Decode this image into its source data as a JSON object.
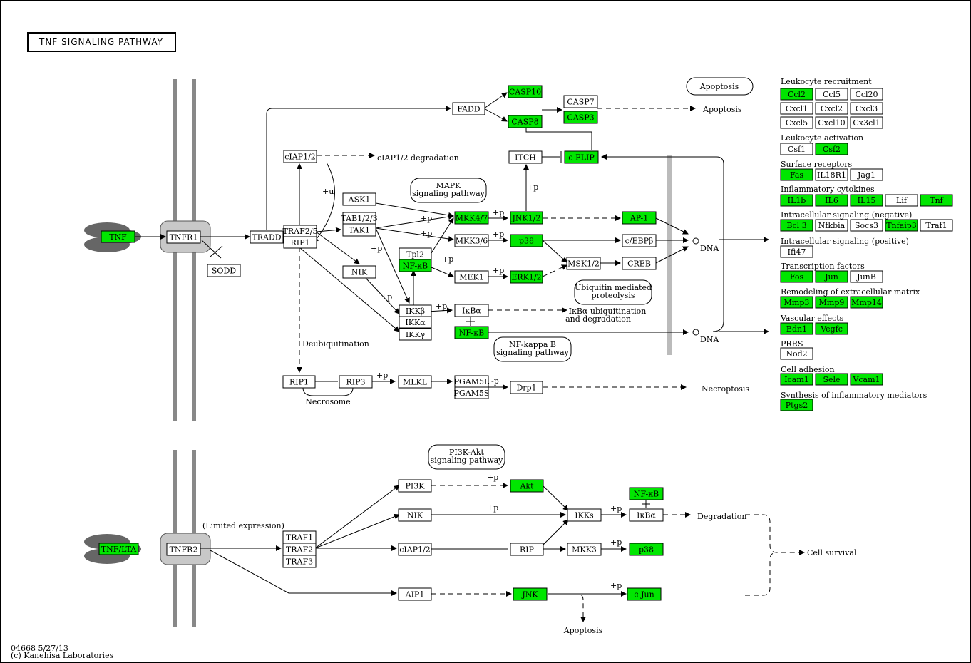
{
  "title": "TNF SIGNALING PATHWAY",
  "footer": {
    "id_date": "04668 5/27/13",
    "copyright": "(c) Kanehisa Laboratories"
  },
  "colors": {
    "hit": "#00e600",
    "box": "#ffffff",
    "membrane": "#888888",
    "receptor": "#c8c8c8",
    "ligand": "#666666",
    "barrier": "#bbbbbb"
  },
  "ligands": {
    "tnf": "TNF",
    "tnflta": "TNF/LTA"
  },
  "receptors": {
    "tnfr1": "TNFR1",
    "tnfr2": "TNFR2"
  },
  "nodes": {
    "tradd": "TRADD",
    "traf25": "TRAF2/5",
    "rip1": "RIP1",
    "ciap12": "cIAP1/2",
    "fadd": "FADD",
    "casp10": "CASP10",
    "casp8": "CASP8",
    "casp7": "CASP7",
    "casp3": "CASP3",
    "itch": "ITCH",
    "cflip": "c-FLIP",
    "ask1": "ASK1",
    "tab123": "TAB1/2/3",
    "tak1": "TAK1",
    "nik": "NIK",
    "tpl2": "Tpl2",
    "nfkb_a": "NF-κB",
    "mkk47": "MKK4/7",
    "jnk12": "JNK1/2",
    "ap1": "AP-1",
    "mkk36": "MKK3/6",
    "p38": "p38",
    "cebpb": "c/EBPβ",
    "mek1": "MEK1",
    "erk12": "ERK1/2",
    "msk12": "MSK1/2",
    "creb": "CREB",
    "ikkb": "IKKβ",
    "ikka": "IKKα",
    "ikkg": "IKKγ",
    "ikba": "IκBα",
    "nfkb_b": "NF-κB",
    "sodd": "SODD",
    "rip1b": "RIP1",
    "rip3": "RIP3",
    "mlkl": "MLKL",
    "pgam5l": "PGAM5L",
    "pgam5s": "PGAM5S",
    "drp1": "Drp1",
    "pi3k": "PI3K",
    "akt": "Akt",
    "nik2": "NIK",
    "ikks": "IKKs",
    "nfkb_c": "NF-κB",
    "ikba2": "IκBα",
    "traf1": "TRAF1",
    "traf2": "TRAF2",
    "traf3": "TRAF3",
    "ciap12b": "cIAP1/2",
    "rip": "RIP",
    "mkk3": "MKK3",
    "p38b": "p38",
    "aip1": "AIP1",
    "jnk": "JNK",
    "cjun": "c-Jun"
  },
  "pathway_maps": {
    "mapk": [
      "MAPK",
      "signaling pathway"
    ],
    "ubiquitin": [
      "Ubiquitin mediated",
      "proteolysis"
    ],
    "nfkb": [
      "NF-kappa B",
      "signaling pathway"
    ],
    "pi3k": [
      "PI3K-Akt",
      "signaling pathway"
    ],
    "apoptosis_box": "Apoptosis"
  },
  "labels": {
    "apoptosis1": "Apoptosis",
    "ciap_degradation": "cIAP1/2 degradation",
    "dna1": "DNA",
    "dna2": "DNA",
    "ikba_ubiq": [
      "IκBα ubiquitination",
      "and degradation"
    ],
    "deubiquitination": "Deubiquitination",
    "necrosome": "Necrosome",
    "necroptosis": "Necroptosis",
    "limited": "(Limited expression)",
    "degradation": "Degradation",
    "cell_survival": "Cell survival",
    "apoptosis2": "Apoptosis",
    "p": "+p",
    "u": "+u",
    "mp": "-p"
  },
  "gene_groups": [
    {
      "label": "Leukocyte recruitment",
      "rows": [
        [
          {
            "n": "Ccl2",
            "h": true
          },
          {
            "n": "Ccl5",
            "h": false
          },
          {
            "n": "Ccl20",
            "h": false
          }
        ],
        [
          {
            "n": "Cxcl1",
            "h": false
          },
          {
            "n": "Cxcl2",
            "h": false
          },
          {
            "n": "Cxcl3",
            "h": false
          }
        ],
        [
          {
            "n": "Cxcl5",
            "h": false
          },
          {
            "n": "Cxcl10",
            "h": false
          },
          {
            "n": "Cx3cl1",
            "h": false
          }
        ]
      ]
    },
    {
      "label": "Leukocyte activation",
      "rows": [
        [
          {
            "n": "Csf1",
            "h": false
          },
          {
            "n": "Csf2",
            "h": true
          }
        ]
      ]
    },
    {
      "label": "Surface receptors",
      "rows": [
        [
          {
            "n": "Fas",
            "h": true
          },
          {
            "n": "IL18R1",
            "h": false
          },
          {
            "n": "Jag1",
            "h": false
          }
        ]
      ]
    },
    {
      "label": "Inflammatory cytokines",
      "rows": [
        [
          {
            "n": "IL1b",
            "h": true
          },
          {
            "n": "IL6",
            "h": true
          },
          {
            "n": "IL15",
            "h": true
          },
          {
            "n": "Lif",
            "h": false
          },
          {
            "n": "Tnf",
            "h": true
          }
        ]
      ]
    },
    {
      "label": "Intracellular signaling (negative)",
      "rows": [
        [
          {
            "n": "Bcl 3",
            "h": true
          },
          {
            "n": "Nfkbia",
            "h": false
          },
          {
            "n": "Socs3",
            "h": false
          },
          {
            "n": "Tnfaip3",
            "h": true
          },
          {
            "n": "Traf1",
            "h": false
          }
        ]
      ]
    },
    {
      "label": "Intracellular signaling (positive)",
      "rows": [
        [
          {
            "n": "Ifi47",
            "h": false
          }
        ]
      ]
    },
    {
      "label": "Transcription factors",
      "rows": [
        [
          {
            "n": "Fos",
            "h": true
          },
          {
            "n": "Jun",
            "h": true
          },
          {
            "n": "JunB",
            "h": false
          }
        ]
      ]
    },
    {
      "label": "Remodeling of extracellular matrix",
      "rows": [
        [
          {
            "n": "Mmp3",
            "h": true
          },
          {
            "n": "Mmp9",
            "h": true
          },
          {
            "n": "Mmp14",
            "h": true
          }
        ]
      ]
    },
    {
      "label": "Vascular effects",
      "rows": [
        [
          {
            "n": "Edn1",
            "h": true
          },
          {
            "n": "Vegfc",
            "h": true
          }
        ]
      ]
    },
    {
      "label": "PRRS",
      "rows": [
        [
          {
            "n": "Nod2",
            "h": false
          }
        ]
      ]
    },
    {
      "label": "Cell adhesion",
      "rows": [
        [
          {
            "n": "Icam1",
            "h": true
          },
          {
            "n": "Sele",
            "h": true
          },
          {
            "n": "Vcam1",
            "h": true
          }
        ]
      ]
    },
    {
      "label": "Synthesis of inflammatory mediators",
      "rows": [
        [
          {
            "n": "Ptgs2",
            "h": true
          }
        ]
      ]
    }
  ]
}
